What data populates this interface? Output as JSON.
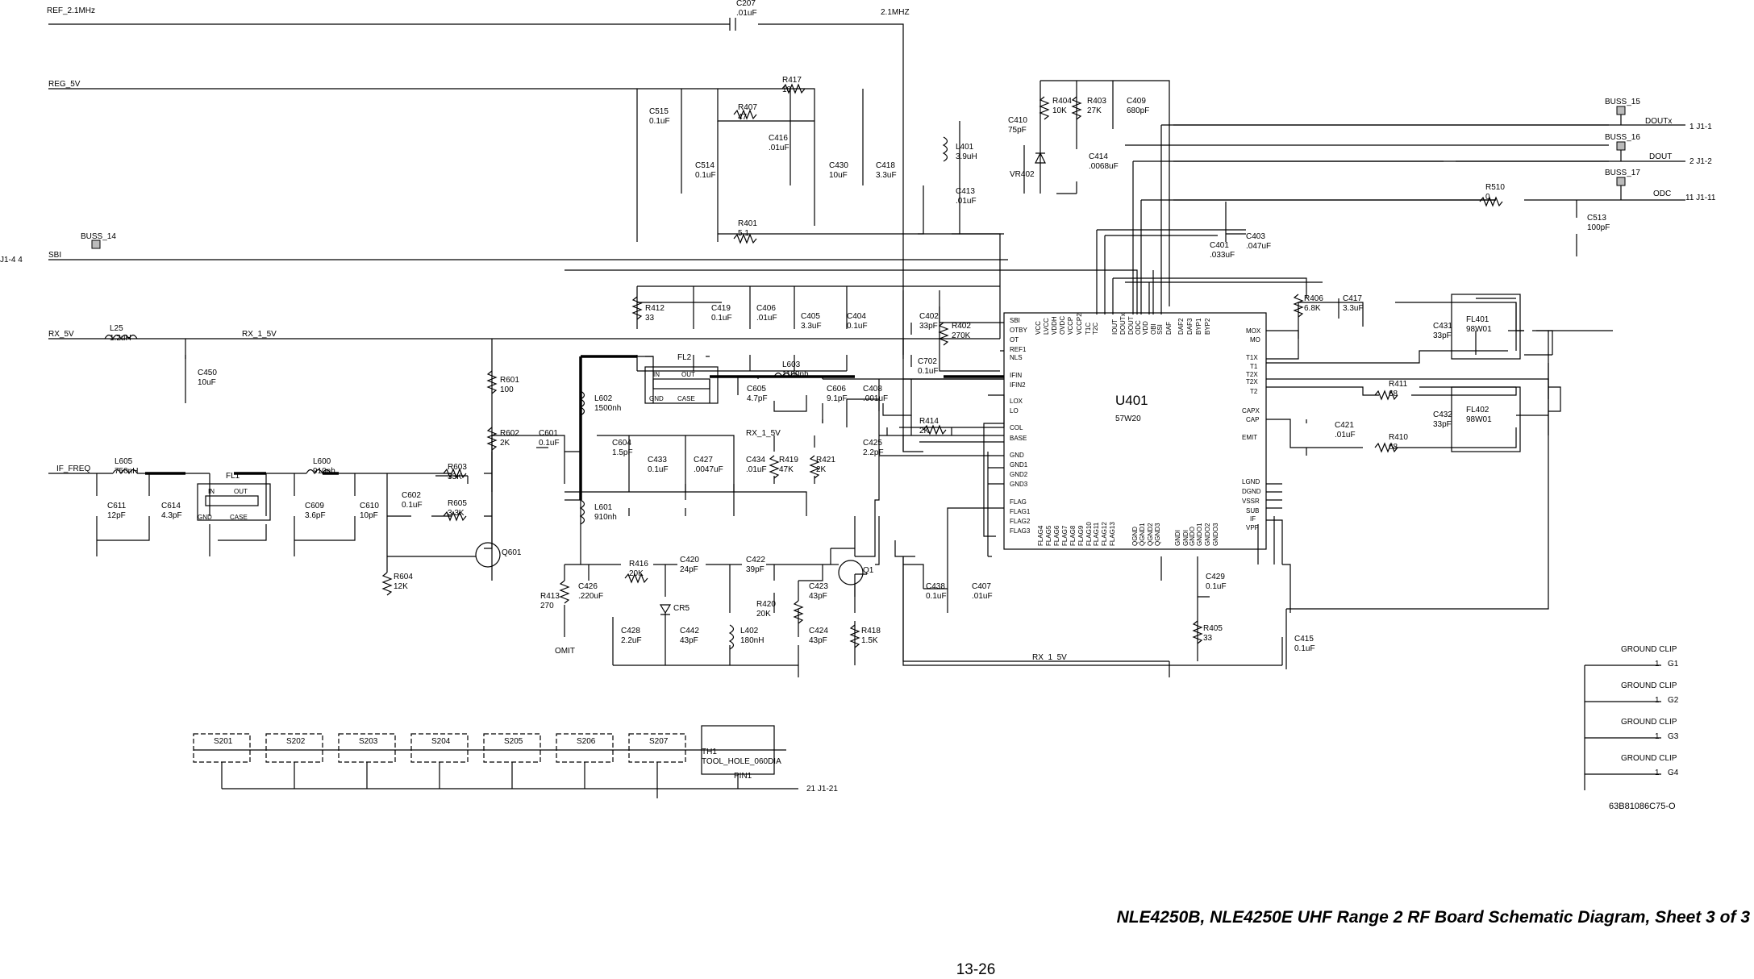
{
  "title": "NLE4250B, NLE4250E UHF Range 2 RF Board Schematic Diagram, Sheet 3 of 3",
  "page_number": "13-26",
  "drawing_number": "63B81086C75-O",
  "nets": {
    "ref": "REF_2.1MHz",
    "mhz": "2.1MHZ",
    "reg": "REG_5V",
    "sbi": "SBI",
    "rx5v": "RX_5V",
    "rx15v_a": "RX_1_5V",
    "rx15v_b": "RX_1_5V",
    "rx15v_c": "RX_1_5V",
    "iffreq": "IF_FREQ",
    "doutx": "DOUTx",
    "dout": "DOUT",
    "odc": "ODC"
  },
  "connectors": {
    "j1_1": "1   J1-1",
    "j1_2": "2   J1-2",
    "j1_11": "11  J1-11",
    "j1_4": "J1-4   4",
    "j1_21": "21   J1-21",
    "buss14": "BUSS_14",
    "buss15": "BUSS_15",
    "buss16": "BUSS_16",
    "buss17": "BUSS_17"
  },
  "ic": {
    "ref": "U401",
    "part": "57W20",
    "left_pins": [
      "SBI",
      "OTBY",
      "OT",
      "REF1",
      "NLS",
      "IFIN",
      "IFIN2",
      "LOX",
      "LO",
      "COL",
      "BASE",
      "GND",
      "GND1",
      "GND2",
      "GND3",
      "FLAG",
      "FLAG1",
      "FLAG2",
      "FLAG3"
    ],
    "right_pins": [
      "MOX",
      "MO",
      "T1X",
      "T1",
      "T2X",
      "T2X",
      "T2",
      "CAPX",
      "CAP",
      "EMIT",
      "LGND",
      "DGND",
      "VSSR",
      "SUB",
      "IF",
      "VPP"
    ],
    "top_pins": [
      "VCC",
      "LVCC",
      "VDDH",
      "OVDC",
      "VCCP",
      "VCCP2",
      "T1C",
      "T2C",
      "IOUT",
      "DOUTx",
      "DOUT",
      "ODC",
      "VDD",
      "OBI",
      "SSI",
      "DAF",
      "DAF2",
      "DAF3",
      "BYP1",
      "BYP2"
    ],
    "bottom_pins": [
      "FLAG4",
      "FLAG5",
      "FLAG6",
      "FLAG7",
      "FLAG8",
      "FLAG9",
      "FLAG10",
      "FLAG11",
      "FLAG12",
      "FLAG13",
      "QGND",
      "QGND1",
      "QGND2",
      "QGND3",
      "GNDI",
      "GNDI",
      "GNDO",
      "GNDO1",
      "GNDO2",
      "GNDO3"
    ]
  },
  "components": [
    {
      "id": "C207",
      "ref": "C207",
      "val": ".01uF"
    },
    {
      "id": "C515",
      "ref": "C515",
      "val": "0.1uF"
    },
    {
      "id": "C514",
      "ref": "C514",
      "val": "0.1uF"
    },
    {
      "id": "R417",
      "ref": "R417",
      "val": "10"
    },
    {
      "id": "R407",
      "ref": "R407",
      "val": "47"
    },
    {
      "id": "C416",
      "ref": "C416",
      "val": ".01uF"
    },
    {
      "id": "C430",
      "ref": "C430",
      "val": "10uF"
    },
    {
      "id": "C418",
      "ref": "C418",
      "val": "3.3uF"
    },
    {
      "id": "R401",
      "ref": "R401",
      "val": "5.1"
    },
    {
      "id": "L401",
      "ref": "L401",
      "val": "3.9uH"
    },
    {
      "id": "C413",
      "ref": "C413",
      "val": ".01uF"
    },
    {
      "id": "C410",
      "ref": "C410",
      "val": "75pF"
    },
    {
      "id": "VR402",
      "ref": "VR402",
      "val": ""
    },
    {
      "id": "R404",
      "ref": "R404",
      "val": "10K"
    },
    {
      "id": "R403",
      "ref": "R403",
      "val": "27K"
    },
    {
      "id": "C409",
      "ref": "C409",
      "val": "680pF"
    },
    {
      "id": "C414",
      "ref": "C414",
      "val": ".0068uF"
    },
    {
      "id": "C401",
      "ref": "C401",
      "val": ".033uF"
    },
    {
      "id": "C403",
      "ref": "C403",
      "val": ".047uF"
    },
    {
      "id": "R510",
      "ref": "R510",
      "val": "0"
    },
    {
      "id": "C513",
      "ref": "C513",
      "val": "100pF"
    },
    {
      "id": "R406",
      "ref": "R406",
      "val": "6.8K"
    },
    {
      "id": "C417",
      "ref": "C417",
      "val": "3.3uF"
    },
    {
      "id": "C431",
      "ref": "C431",
      "val": "33pF"
    },
    {
      "id": "C432",
      "ref": "C432",
      "val": "33pF"
    },
    {
      "id": "FL401",
      "ref": "FL401",
      "val": "98W01"
    },
    {
      "id": "FL402",
      "ref": "FL402",
      "val": "98W01"
    },
    {
      "id": "R411",
      "ref": "R411",
      "val": "68"
    },
    {
      "id": "R410",
      "ref": "R410",
      "val": "68"
    },
    {
      "id": "C421",
      "ref": "C421",
      "val": ".01uF"
    },
    {
      "id": "L25",
      "ref": "L25",
      "val": "1.2uH"
    },
    {
      "id": "C450",
      "ref": "C450",
      "val": "10uF"
    },
    {
      "id": "R412",
      "ref": "R412",
      "val": "33"
    },
    {
      "id": "C419",
      "ref": "C419",
      "val": "0.1uF"
    },
    {
      "id": "C406",
      "ref": "C406",
      "val": ".01uF"
    },
    {
      "id": "C405",
      "ref": "C405",
      "val": "3.3uF"
    },
    {
      "id": "C404",
      "ref": "C404",
      "val": "0.1uF"
    },
    {
      "id": "C402",
      "ref": "C402",
      "val": "33pF"
    },
    {
      "id": "R402",
      "ref": "R402",
      "val": "270K"
    },
    {
      "id": "FL2",
      "ref": "FL2",
      "val": ""
    },
    {
      "id": "L603",
      "ref": "L603",
      "val": "1100nh"
    },
    {
      "id": "C702",
      "ref": "C702",
      "val": "0.1uF"
    },
    {
      "id": "C605",
      "ref": "C605",
      "val": "4.7pF"
    },
    {
      "id": "C606",
      "ref": "C606",
      "val": "9.1pF"
    },
    {
      "id": "L602",
      "ref": "L602",
      "val": "1500nh"
    },
    {
      "id": "C408",
      "ref": "C408",
      "val": ".001uF"
    },
    {
      "id": "R414",
      "ref": "R414",
      "val": "2K"
    },
    {
      "id": "R601",
      "ref": "R601",
      "val": "100"
    },
    {
      "id": "R602",
      "ref": "R602",
      "val": "2K"
    },
    {
      "id": "C601",
      "ref": "C601",
      "val": "0.1uF"
    },
    {
      "id": "C604",
      "ref": "C604",
      "val": "1.5pF"
    },
    {
      "id": "C433",
      "ref": "C433",
      "val": "0.1uF"
    },
    {
      "id": "C427",
      "ref": "C427",
      "val": ".0047uF"
    },
    {
      "id": "C434",
      "ref": "C434",
      "val": ".01uF"
    },
    {
      "id": "R419",
      "ref": "R419",
      "val": "47K"
    },
    {
      "id": "R421",
      "ref": "R421",
      "val": "2K"
    },
    {
      "id": "C425",
      "ref": "C425",
      "val": "2.2pF"
    },
    {
      "id": "L605",
      "ref": "L605",
      "val": "750nH"
    },
    {
      "id": "C611",
      "ref": "C611",
      "val": "12pF"
    },
    {
      "id": "C614",
      "ref": "C614",
      "val": "4.3pF"
    },
    {
      "id": "FL1",
      "ref": "FL1",
      "val": ""
    },
    {
      "id": "L600",
      "ref": "L600",
      "val": "910nh"
    },
    {
      "id": "C609",
      "ref": "C609",
      "val": "3.6pF"
    },
    {
      "id": "C610",
      "ref": "C610",
      "val": "10pF"
    },
    {
      "id": "R603",
      "ref": "R603",
      "val": "33K"
    },
    {
      "id": "C602",
      "ref": "C602",
      "val": "0.1uF"
    },
    {
      "id": "R605",
      "ref": "R605",
      "val": "3.3K"
    },
    {
      "id": "L601",
      "ref": "L601",
      "val": "910nh"
    },
    {
      "id": "Q601",
      "ref": "Q601",
      "val": ""
    },
    {
      "id": "R604",
      "ref": "R604",
      "val": "12K"
    },
    {
      "id": "R416",
      "ref": "R416",
      "val": "20K"
    },
    {
      "id": "C420",
      "ref": "C420",
      "val": "24pF"
    },
    {
      "id": "C422",
      "ref": "C422",
      "val": "39pF"
    },
    {
      "id": "Q1",
      "ref": "Q1",
      "val": ""
    },
    {
      "id": "R413",
      "ref": "R413",
      "val": "270"
    },
    {
      "id": "C426",
      "ref": "C426",
      "val": ".220uF"
    },
    {
      "id": "CR5",
      "ref": "CR5",
      "val": ""
    },
    {
      "id": "C423",
      "ref": "C423",
      "val": "43pF"
    },
    {
      "id": "R420",
      "ref": "R420",
      "val": "20K"
    },
    {
      "id": "C428",
      "ref": "C428",
      "val": "2.2uF"
    },
    {
      "id": "C442",
      "ref": "C442",
      "val": "43pF"
    },
    {
      "id": "L402",
      "ref": "L402",
      "val": "180nH"
    },
    {
      "id": "C424",
      "ref": "C424",
      "val": "43pF"
    },
    {
      "id": "R418",
      "ref": "R418",
      "val": "1.5K"
    },
    {
      "id": "C438",
      "ref": "C438",
      "val": "0.1uF"
    },
    {
      "id": "C407",
      "ref": "C407",
      "val": ".01uF"
    },
    {
      "id": "C429",
      "ref": "C429",
      "val": "0.1uF"
    },
    {
      "id": "R405",
      "ref": "R405",
      "val": "33"
    },
    {
      "id": "C415",
      "ref": "C415",
      "val": "0.1uF"
    }
  ],
  "omit_label": "OMIT",
  "shields": [
    "S201",
    "S202",
    "S203",
    "S204",
    "S205",
    "S206",
    "S207"
  ],
  "tool_hole": {
    "ref": "TH1",
    "name": "TOOL_HOLE_060DIA",
    "pin": "PIN1"
  },
  "ground_clips": [
    {
      "label": "GROUND CLIP",
      "pin": "1",
      "ref": "G1"
    },
    {
      "label": "GROUND CLIP",
      "pin": "1",
      "ref": "G2"
    },
    {
      "label": "GROUND CLIP",
      "pin": "1",
      "ref": "G3"
    },
    {
      "label": "GROUND CLIP",
      "pin": "1",
      "ref": "G4"
    }
  ],
  "filter_pins": {
    "in": "IN",
    "out": "OUT",
    "gnd": "GND",
    "case": "CASE"
  }
}
